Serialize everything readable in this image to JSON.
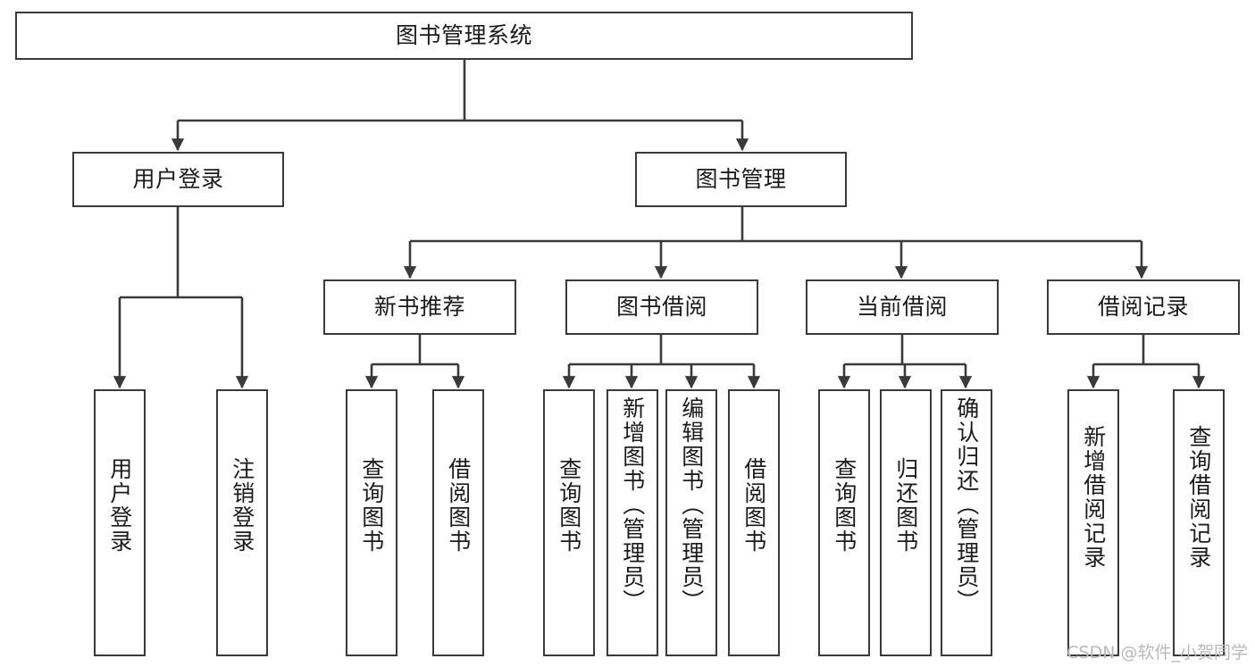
{
  "diagram": {
    "title": "图书管理系统",
    "watermark": "CSDN @软件_小贺同学",
    "stroke_color": "#3a3a3a",
    "text_color": "#1b1b1b",
    "background": "#ffffff",
    "nodes": {
      "root": {
        "label": "图书管理系统"
      },
      "level2": {
        "user_login": {
          "label": "用户登录"
        },
        "book_manage": {
          "label": "图书管理"
        }
      },
      "level3": {
        "new_book_recommend": {
          "label": "新书推荐"
        },
        "book_borrow": {
          "label": "图书借阅"
        },
        "current_borrow": {
          "label": "当前借阅"
        },
        "borrow_record": {
          "label": "借阅记录"
        }
      },
      "leaves": {
        "user_login_leaf": {
          "label": "用户登录"
        },
        "logout_leaf": {
          "label": "注销登录"
        },
        "query_book_1": {
          "label": "查询图书"
        },
        "borrow_book_1": {
          "label": "借阅图书"
        },
        "query_book_2": {
          "label": "查询图书"
        },
        "add_book": {
          "label": "新增图书（管理员）"
        },
        "edit_book": {
          "label": "编辑图书（管理员）"
        },
        "borrow_book_2": {
          "label": "借阅图书"
        },
        "query_book_3": {
          "label": "查询图书"
        },
        "return_book": {
          "label": "归还图书"
        },
        "confirm_return": {
          "label": "确认归还（管理员）"
        },
        "add_borrow_record": {
          "label": "新增借阅记录"
        },
        "query_borrow_record": {
          "label": "查询借阅记录"
        }
      }
    }
  }
}
